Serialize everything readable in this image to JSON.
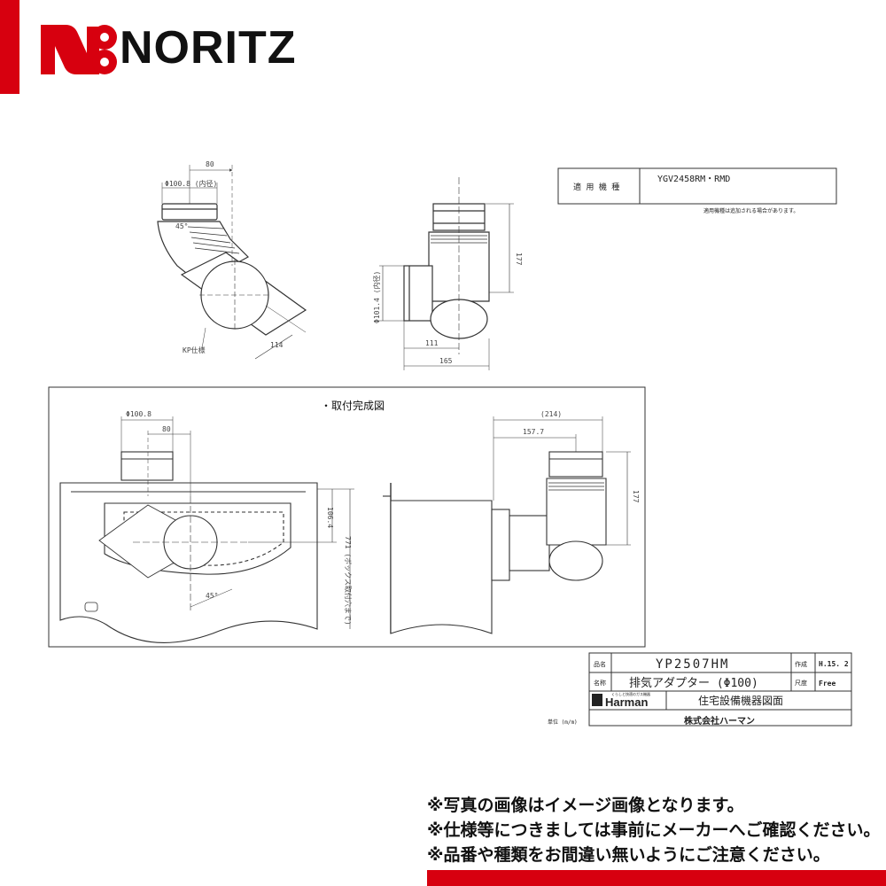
{
  "brand": {
    "name": "NORITZ",
    "color": "#d7000f"
  },
  "model_table": {
    "label": "適 用 機 種",
    "value": "YGV2458RM・RMD",
    "note": "適用機種は追加される場合があります。"
  },
  "top_left_drawing": {
    "dim_80": "80",
    "dim_diameter": "Φ100.8 (内径)",
    "dim_angle": "45°",
    "dim_114": "114",
    "label_kp": "KP仕様"
  },
  "top_right_drawing": {
    "dim_177": "177",
    "dim_diameter": "Φ101.4 (内径)",
    "dim_111": "111",
    "dim_165": "165"
  },
  "install_section": {
    "title": "・取付完成図",
    "dim_diameter": "Φ100.8",
    "dim_80": "80",
    "dim_106": "106.4",
    "dim_771": "771 (ボックス取付穴まで)",
    "dim_angle": "45°",
    "dim_214": "(214)",
    "dim_157": "157.7",
    "dim_177": "177"
  },
  "title_block": {
    "row1_label": "品名",
    "row1_value": "YP2507HM",
    "row1_sub_label": "作成",
    "row1_sub_value": "H.15. 2",
    "row2_label": "名称",
    "row2_value": "排気アダプター (Φ100)",
    "row2_sub_label": "尺度",
    "row2_sub_value": "Free",
    "row3_brand": "Harman",
    "row3_brand_tag": "くらしと快適のガス機器",
    "row3_value": "住宅設備機器図面",
    "unit": "単位 (m/m)",
    "company": "株式会社ハーマン"
  },
  "notes": [
    "※写真の画像はイメージ画像となります。",
    "※仕様等につきましては事前にメーカーへご確認ください。",
    "※品番や種類をお間違い無いようにご注意ください。"
  ]
}
